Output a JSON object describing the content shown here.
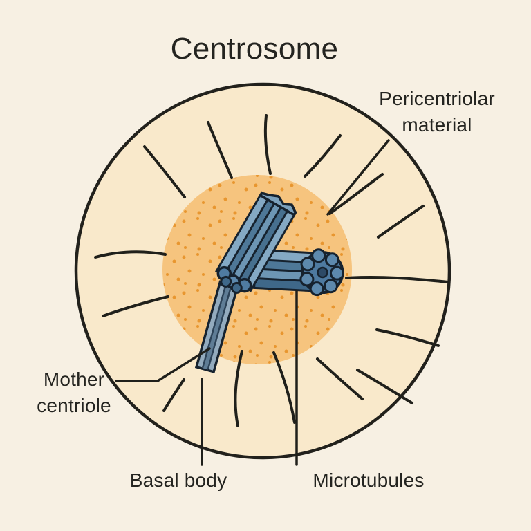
{
  "title": "Centrosome",
  "labels": {
    "pericentriolar_material": "Pericentriolar\nmaterial",
    "mother_centriole": "Mother\ncentriole",
    "basal_body": "Basal body",
    "microtubules": "Microtubules"
  },
  "colors": {
    "background": "#f7f0e3",
    "cell_fill": "#f9e9cb",
    "ink_outline": "#22211c",
    "pericentriolar_fill": "#f6c47e",
    "pericentriolar_dots": "#e8962f",
    "centriole_blue_mid": "#5b87ab",
    "centriole_blue_light": "#84a9c4",
    "centriole_blue_dark": "#3f6889",
    "centriole_outline": "#16222e",
    "stalk_light": "#93abbe",
    "stalk_mid": "#5f7d96",
    "text": "#242420"
  }
}
